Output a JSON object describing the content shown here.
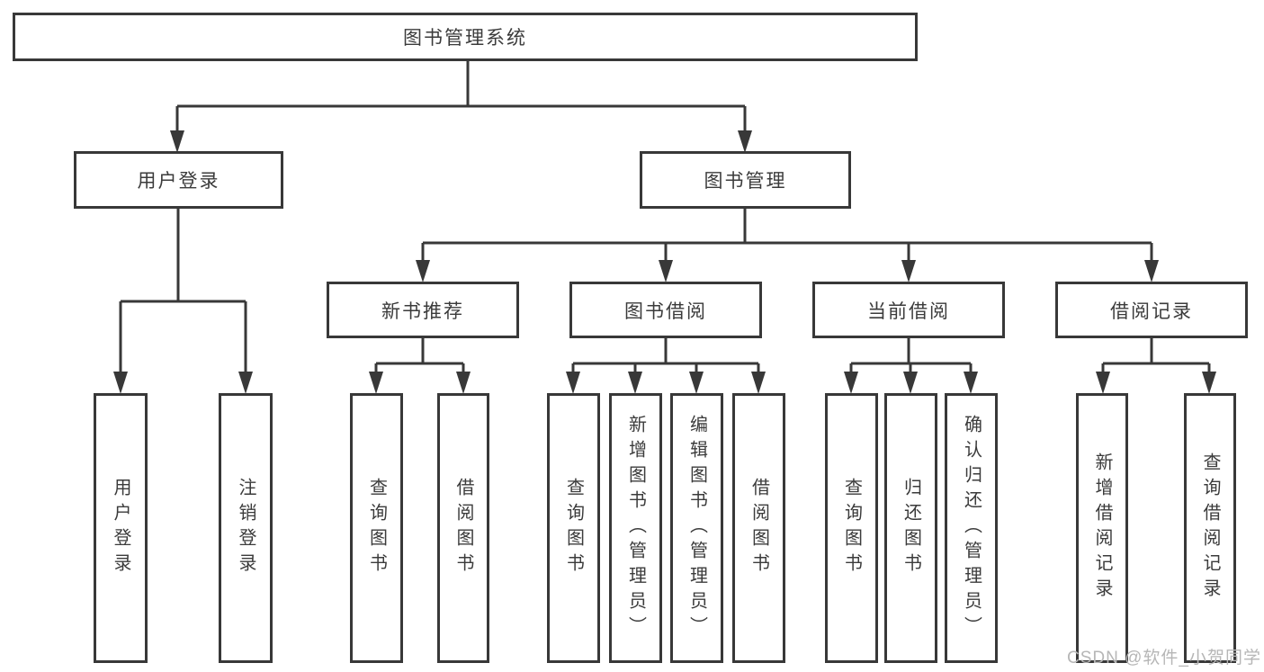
{
  "tree": {
    "root": {
      "label": "图书管理系统",
      "children": [
        {
          "label": "用户登录",
          "children": [
            {
              "label": "用户登录"
            },
            {
              "label": "注销登录"
            }
          ]
        },
        {
          "label": "图书管理",
          "children": [
            {
              "label": "新书推荐",
              "children": [
                {
                  "label": "查询图书"
                },
                {
                  "label": "借阅图书"
                }
              ]
            },
            {
              "label": "图书借阅",
              "children": [
                {
                  "label": "查询图书"
                },
                {
                  "label": "新增图书（管理员）"
                },
                {
                  "label": "编辑图书（管理员）"
                },
                {
                  "label": "借阅图书"
                }
              ]
            },
            {
              "label": "当前借阅",
              "children": [
                {
                  "label": "查询图书"
                },
                {
                  "label": "归还图书"
                },
                {
                  "label": "确认归还（管理员）"
                }
              ]
            },
            {
              "label": "借阅记录",
              "children": [
                {
                  "label": "新增借阅记录"
                },
                {
                  "label": "查询借阅记录"
                }
              ]
            }
          ]
        }
      ]
    }
  },
  "watermark": {
    "text": "CSDN @软件_小贺同学"
  },
  "colors": {
    "line": "#383838",
    "border": "#383838",
    "text": "#3b3b3b",
    "watermark": "#b6b6b6",
    "background": "#ffffff"
  }
}
